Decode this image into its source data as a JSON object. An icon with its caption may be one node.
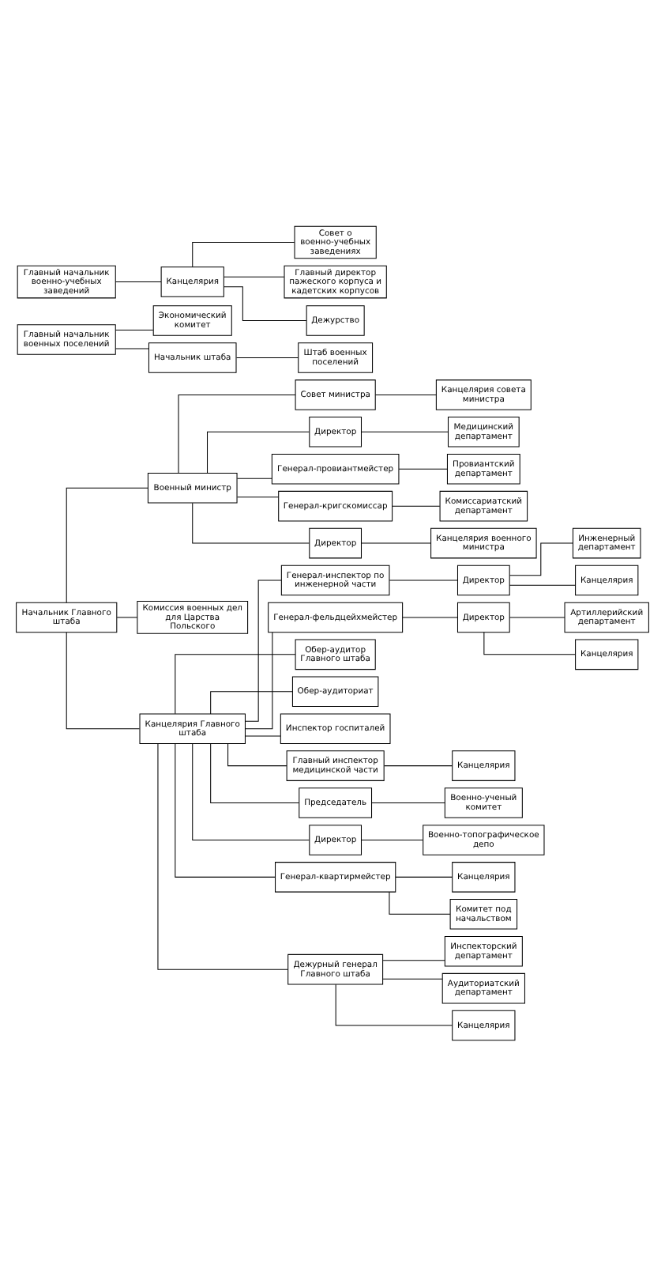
{
  "diagram": {
    "nodes": [
      {
        "text": [
          "Начальник Главного штаба"
        ]
      },
      {
        "text": [
          "Военный министр"
        ]
      },
      {
        "text": [
          "Комиссия военных дел для Царства Польского"
        ]
      },
      {
        "text": [
          "Канцелярия Главного штаба"
        ]
      },
      {
        "text": [
          "Совет министра"
        ]
      },
      {
        "text": [
          "Канцелярия совета министра"
        ]
      },
      {
        "text": [
          "Директор"
        ]
      },
      {
        "text": [
          "Медицинский департамент"
        ]
      },
      {
        "text": [
          "Генерал-провиантмейстер"
        ]
      },
      {
        "text": [
          "Провиантский департамент"
        ]
      },
      {
        "text": [
          "Генерал-кригскомиссар"
        ]
      },
      {
        "text": [
          "Комиссариатский департамент"
        ]
      },
      {
        "text": [
          "Директор"
        ]
      },
      {
        "text": [
          "Канцелярия военного министра"
        ]
      },
      {
        "text": [
          "Генерал-инспектор по инженерной части"
        ]
      },
      {
        "text": [
          "Директор"
        ]
      },
      {
        "text": [
          "Инженерный департамент"
        ]
      },
      {
        "text": [
          "Канцелярия"
        ]
      },
      {
        "text": [
          "Генерал-фельдцейхмейстер"
        ]
      },
      {
        "text": [
          "Директор"
        ]
      },
      {
        "text": [
          "Артиллерийский департамент"
        ]
      },
      {
        "text": [
          "Канцелярия"
        ]
      },
      {
        "text": [
          "Обер-аудитор Главного штаба"
        ]
      },
      {
        "text": [
          "Обер-аудиториат"
        ]
      },
      {
        "text": [
          "Инспектор госпиталей"
        ]
      },
      {
        "text": [
          "Главный инспектор медицинской части"
        ]
      },
      {
        "text": [
          "Канцелярия"
        ]
      },
      {
        "text": [
          "Председатель"
        ]
      },
      {
        "text": [
          "Военно-ученый комитет"
        ]
      },
      {
        "text": [
          "Директор"
        ]
      },
      {
        "text": [
          "Военно-топографическое депо"
        ]
      },
      {
        "text": [
          "Генерал-квартирмейстер"
        ]
      },
      {
        "text": [
          "Дежурный генерал Главного штаба"
        ]
      },
      {
        "text": [
          "Инспекторский департамент"
        ]
      },
      {
        "text": [
          "Аудиториатский департамент"
        ]
      },
      {
        "text": [
          "Канцелярия"
        ]
      },
      {
        "text": [
          "Канцелярия"
        ]
      },
      {
        "text": [
          "Комитет под начальством"
        ]
      },
      {
        "text": [
          "Главный начальник военных поселений"
        ]
      },
      {
        "text": [
          "Экономический комитет"
        ]
      },
      {
        "text": [
          "Начальник штаба"
        ]
      },
      {
        "text": [
          "Штаб военных поселений"
        ]
      },
      {
        "text": [
          "Главный начальник военно-учебных заведений"
        ]
      },
      {
        "text": [
          "Канцелярия"
        ]
      },
      {
        "text": [
          "Совет о военно-учебных заведениях"
        ]
      },
      {
        "text": [
          "Главный директор пажеского корпуса и кадетских корпусов"
        ]
      },
      {
        "text": [
          "Дежурство"
        ]
      }
    ],
    "edges": [
      {
        "from": 0,
        "to": 1,
        "arrow": "none"
      },
      {
        "from": 0,
        "to": 2,
        "arrow": "none"
      },
      {
        "from": 0,
        "to": 3,
        "arrow": "none"
      },
      {
        "from": 1,
        "to": 4,
        "arrow": "none"
      },
      {
        "from": 4,
        "to": 5,
        "arrow": "none"
      },
      {
        "from": 1,
        "to": 6,
        "arrow": "none"
      },
      {
        "from": 1,
        "to": 8,
        "arrow": "none"
      },
      {
        "from": 1,
        "to": 10,
        "arrow": "none"
      },
      {
        "from": 1,
        "to": 12,
        "arrow": "none"
      },
      {
        "from": 6,
        "to": 7,
        "arrow": "none"
      },
      {
        "from": 8,
        "to": 9,
        "arrow": "none"
      },
      {
        "from": 10,
        "to": 11,
        "arrow": "none"
      },
      {
        "from": 12,
        "to": 13,
        "arrow": "none"
      },
      {
        "from": 3,
        "to": 14,
        "arrow": "none"
      },
      {
        "from": 14,
        "to": 15,
        "arrow": "none"
      },
      {
        "from": 15,
        "to": 16,
        "arrow": "none"
      },
      {
        "from": 15,
        "to": 17,
        "arrow": "none"
      },
      {
        "from": 3,
        "to": 18,
        "arrow": "none"
      },
      {
        "from": 18,
        "to": 19,
        "arrow": "none"
      },
      {
        "from": 19,
        "to": 20,
        "arrow": "none"
      },
      {
        "from": 19,
        "to": 21,
        "arrow": "none"
      },
      {
        "from": 3,
        "to": 22,
        "arrow": "none"
      },
      {
        "from": 3,
        "to": 23,
        "arrow": "none"
      },
      {
        "from": 3,
        "to": 24,
        "arrow": "none"
      },
      {
        "from": 3,
        "to": 25,
        "arrow": "none"
      },
      {
        "from": 25,
        "to": 26,
        "arrow": "none"
      },
      {
        "from": 3,
        "to": 27,
        "arrow": "none"
      },
      {
        "from": 27,
        "to": 28,
        "arrow": "none"
      },
      {
        "from": 3,
        "to": 29,
        "arrow": "none"
      },
      {
        "from": 29,
        "to": 30,
        "arrow": "none"
      },
      {
        "from": 3,
        "to": 31,
        "arrow": "none"
      },
      {
        "from": 3,
        "to": 32,
        "arrow": "none"
      },
      {
        "from": 32,
        "to": 33,
        "arrow": "none"
      },
      {
        "from": 32,
        "to": 34,
        "arrow": "none"
      },
      {
        "from": 32,
        "to": 35,
        "arrow": "none"
      },
      {
        "from": 31,
        "to": 36,
        "arrow": "none"
      },
      {
        "from": 31,
        "to": 37,
        "arrow": "none"
      },
      {
        "from": 38,
        "to": 39,
        "arrow": "none"
      },
      {
        "from": 38,
        "to": 40,
        "arrow": "none"
      },
      {
        "from": 40,
        "to": 41,
        "arrow": "none"
      },
      {
        "from": 42,
        "to": 43,
        "arrow": "none"
      },
      {
        "from": 43,
        "to": 44,
        "arrow": "none"
      },
      {
        "from": 43,
        "to": 45,
        "arrow": "none"
      },
      {
        "from": 43,
        "to": 46,
        "arrow": "none"
      }
    ]
  }
}
